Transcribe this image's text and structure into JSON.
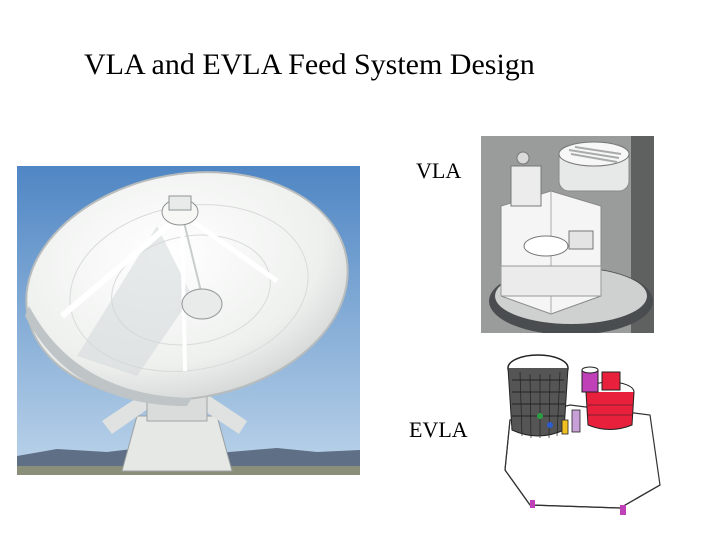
{
  "slide": {
    "title": "VLA and EVLA Feed System Design",
    "labels": {
      "vla": "VLA",
      "evla": "EVLA"
    }
  },
  "images": {
    "dish_photo": "radio-telescope-dish-photo",
    "vla_feed_photo": "vla-feed-system-photo",
    "evla_feed_drawing": "evla-feed-system-drawing"
  },
  "colors": {
    "sky_top": "#4f86c4",
    "sky_bottom": "#bcd4ea",
    "dish": "#f2f3f1",
    "mountains": "#5f6f86",
    "horn_red": "#e8203c",
    "horn_magenta": "#c040b8"
  }
}
